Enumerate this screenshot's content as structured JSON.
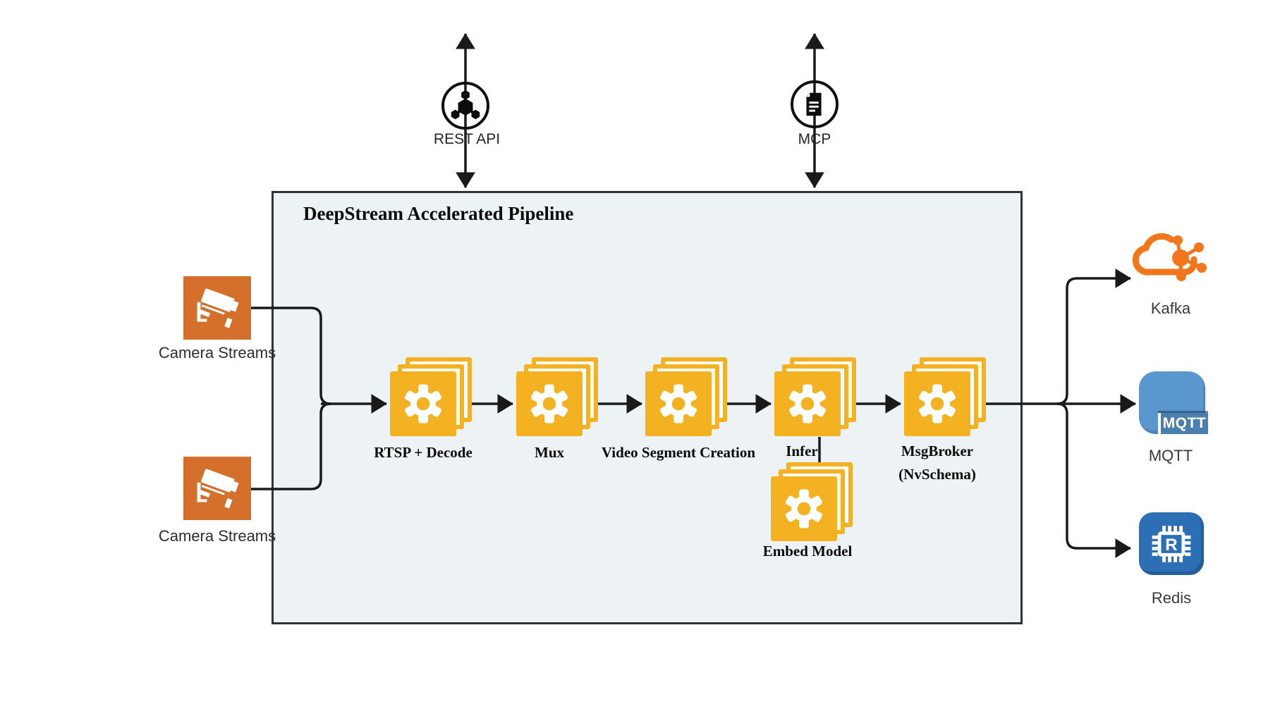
{
  "pipeline": {
    "title": "DeepStream Accelerated Pipeline",
    "stages": [
      {
        "id": "rtsp-decode",
        "label": "RTSP + Decode"
      },
      {
        "id": "mux",
        "label": "Mux"
      },
      {
        "id": "video-segment-creation",
        "label": "Video Segment Creation"
      },
      {
        "id": "infer",
        "label": "Infer"
      },
      {
        "id": "msgbroker",
        "label": "MsgBroker",
        "sublabel": "(NvSchema)"
      }
    ],
    "embed_stage": {
      "id": "embed-model",
      "label": "Embed Model"
    }
  },
  "interfaces": {
    "rest_api": {
      "label": "REST API"
    },
    "mcp": {
      "label": "MCP"
    }
  },
  "sources": {
    "camera1": {
      "label": "Camera Streams"
    },
    "camera2": {
      "label": "Camera Streams"
    }
  },
  "sinks": {
    "kafka": {
      "label": "Kafka"
    },
    "mqtt": {
      "label": "MQTT",
      "badge_text": "MQTT"
    },
    "redis": {
      "label": "Redis",
      "chip_letter": "R"
    }
  },
  "colors": {
    "stage_gold": "#F4B223",
    "stage_paper": "#FFFDF2",
    "pipeline_background": "#EDF3F4",
    "pipeline_border": "#2f3337",
    "camera_orange": "#D4702C",
    "kafka_orange": "#F2761B",
    "mqtt_blue": "#5B97CF",
    "mqtt_badge_blue": "#4B80AD",
    "redis_blue": "#2C6FB5",
    "connector_black": "#1a1a1a"
  }
}
